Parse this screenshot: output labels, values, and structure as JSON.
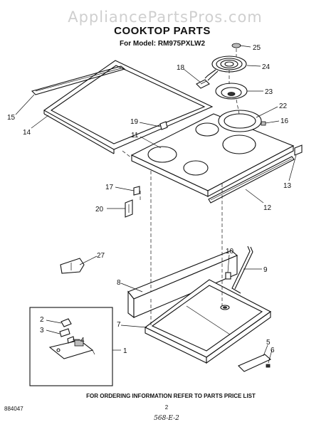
{
  "watermark": "AppliancePartsPros.com",
  "header": {
    "title": "COOKTOP PARTS",
    "model_line": "For Model: RM975PXLW2"
  },
  "callouts": [
    "25",
    "24",
    "18",
    "23",
    "22",
    "16",
    "19",
    "11",
    "15",
    "14",
    "13",
    "17",
    "12",
    "20",
    "27",
    "10",
    "9",
    "8",
    "7",
    "2",
    "3",
    "4",
    "1",
    "5",
    "6"
  ],
  "footer": {
    "ordering_note": "FOR ORDERING INFORMATION REFER TO PARTS PRICE LIST",
    "page_number": "2",
    "doc_code": "884047",
    "handwritten_note": "568-E-2"
  }
}
